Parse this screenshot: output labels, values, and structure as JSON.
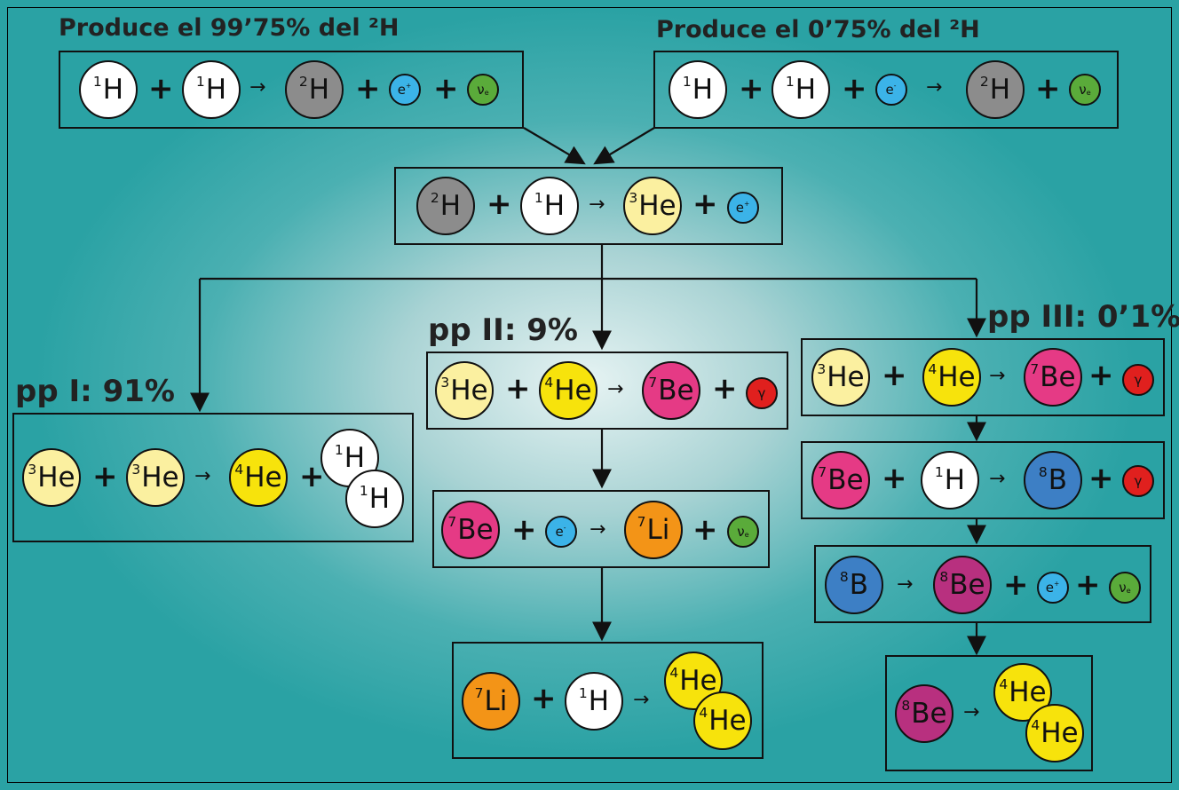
{
  "titles": {
    "left_top": "Produce el 99’75% del ²H",
    "right_top": "Produce el 0’75% del ²H",
    "pp1": "pp I: 91%",
    "pp2": "pp II: 9%",
    "pp3": "pp III: 0’1%"
  },
  "symbols": {
    "plus": "+",
    "arrow": "→",
    "H": "H",
    "He": "He",
    "Be": "Be",
    "Li": "Li",
    "B": "B",
    "e": "e",
    "nu": "ν",
    "gamma": "γ",
    "m1": "1",
    "m2": "2",
    "m3": "3",
    "m4": "4",
    "m7": "7",
    "m8": "8",
    "plus_sup": "+",
    "minus_sup": "-",
    "e_sub": "e"
  },
  "colors": {
    "deuterium": "#8c8c8c",
    "proton": "#ffffff",
    "positron": "#3bb3e8",
    "neutrino": "#5aab3a",
    "helium3": "#fbf0a0",
    "helium4": "#f7e30c",
    "beryllium7": "#e53a85",
    "gamma": "#e0201e",
    "lithium7": "#f39417",
    "boron8": "#3d7fc5",
    "beryllium8": "#b8307f"
  }
}
